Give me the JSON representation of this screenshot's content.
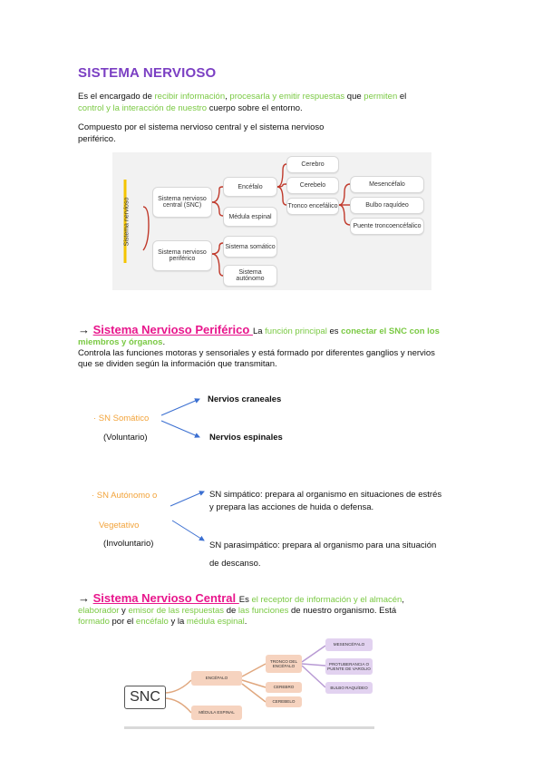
{
  "title": "SISTEMA NERVIOSO",
  "intro": {
    "t1": "Es el encargado de ",
    "t2": "recibir información",
    "t3": ", ",
    "t4": "procesarla y emitir respuestas",
    "t5": " que ",
    "t6": "permiten",
    "t7": " el",
    "t8": "control y la interacción de nuestro",
    "t9": " cuerpo sobre el entorno."
  },
  "composed": {
    "line1": "Compuesto por el sistema nervioso central y el sistema nervioso",
    "line2": "periférico."
  },
  "diagram1": {
    "side": "Sistema nervioso",
    "snc": "Sistema nervioso central (SNC)",
    "snp": "Sistema nervioso periférico",
    "encefalo": "Encéfalo",
    "medula": "Médula espinal",
    "cerebro": "Cerebro",
    "cerebelo": "Cerebelo",
    "tronco": "Tronco encefálico",
    "mesencefalo": "Mesencéfalo",
    "bulbo": "Bulbo raquídeo",
    "puente": "Puente troncoencéfalico",
    "somatico": "Sistema somático",
    "autonomo": "Sistema autónomo"
  },
  "periferico": {
    "arrow": "→ ",
    "heading": "Sistema Nervioso Periférico ",
    "t1": "La ",
    "t2": "función principal",
    "t3": " es ",
    "t4": "conectar el SNC con los",
    "t5": "miembros y órganos",
    "t6": ".",
    "line3": "Controla las funciones motoras y sensoriales y está formado por diferentes ganglios y nervios",
    "line4": "que se dividen según la información que transmitan."
  },
  "somatico": {
    "label": "· SN Somático",
    "sub": "(Voluntario)",
    "craneales": "Nervios craneales",
    "espinales": "Nervios espinales"
  },
  "autonomo": {
    "label1": "· SN Autónomo o",
    "label2": "Vegetativo",
    "sub": "(Involuntario)",
    "simp1": "SN simpático: prepara al organismo en situaciones de estrés",
    "simp2": "y prepara las acciones  de huida o defensa.",
    "para1": "SN parasimpático: prepara al organismo para una situación",
    "para2": "de descanso."
  },
  "central": {
    "arrow": "→ ",
    "heading": "Sistema Nervioso Central ",
    "t1": "Es",
    "t2": " el receptor de información y el almacén",
    "t3": ",",
    "t4": "elaborador",
    "t5": " y ",
    "t6": "emisor de las respuestas",
    "t7": " de ",
    "t8": "las funciones",
    "t9": " de nuestro organismo. Está",
    "t10": "formado",
    "t11": " por el ",
    "t12": "encéfalo",
    "t13": " y la ",
    "t14": "médula espinal",
    "t15": "."
  },
  "diagram2": {
    "snc": "SNC",
    "encefalo": "ENCÉFALO",
    "medula": "MÉDULA ESPINAL",
    "tronco": "TRONCO DEL ENCÉFALO",
    "cerebro": "CEREBRO",
    "cerebelo": "CEREBELO",
    "mesencefalo": "MESENCÉFALO",
    "protuberancia": "PROTUBERANCIA O PUENTE DE VAROLIO",
    "bulbo": "BULBO RAQUÍDEO"
  },
  "colors": {
    "title": "#7b3fc3",
    "green": "#7ac943",
    "orange": "#f2a33a",
    "pink": "#e8168c",
    "arrow_blue": "#3b6fd1"
  }
}
